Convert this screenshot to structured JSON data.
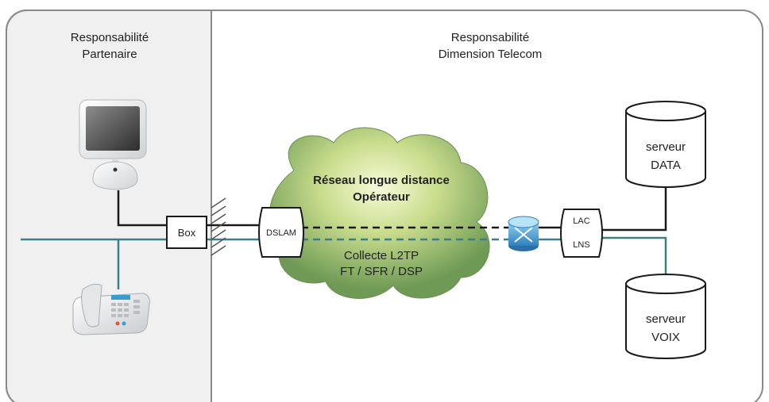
{
  "zones": {
    "partner": {
      "line1": "Responsabilité",
      "line2": "Partenaire"
    },
    "operator": {
      "line1": "Responsabilité",
      "line2": "Dimension Telecom"
    }
  },
  "nodes": {
    "box": "Box",
    "dslam": "DSLAM",
    "lac": "LAC",
    "lns": "LNS"
  },
  "cloud": {
    "title_line1": "Réseau longue distance",
    "title_line2": "Opérateur",
    "sub_line1": "Collecte L2TP",
    "sub_line2": "FT / SFR / DSP"
  },
  "servers": {
    "data": {
      "line1": "serveur",
      "line2": "DATA"
    },
    "voice": {
      "line1": "serveur",
      "line2": "VOIX"
    }
  },
  "colors": {
    "data_line": "#1a1a1a",
    "voice_line": "#3d7f86",
    "zone_fill": "#f0f0f0",
    "zone_border": "#8a8a8a"
  }
}
